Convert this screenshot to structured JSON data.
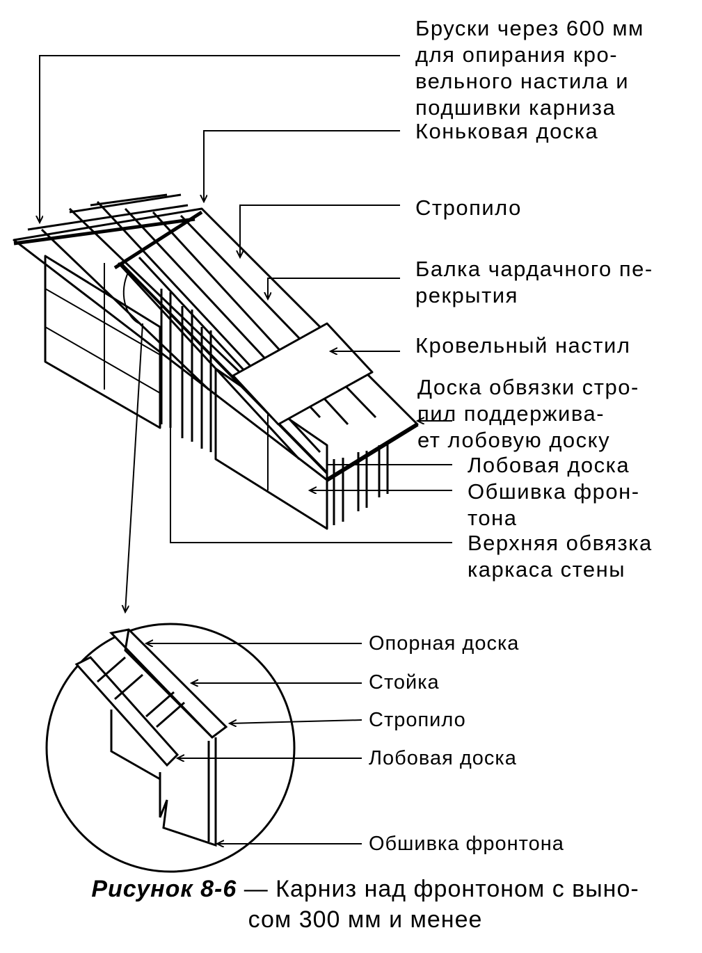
{
  "labels": {
    "battens": "Бруски через 600 мм\nдля опирания кро-\nвельного настила и\nподшивки карниза",
    "ridge_board": "Коньковая доска",
    "rafter": "Стропило",
    "ceiling_joist": "Балка чардачного пе-\nрекрытия",
    "roof_deck": "Кровельный настил",
    "rafter_plate": "Доска обвязки стро-\nпил поддержива-\nет лобовую доску",
    "fascia_board": "Лобовая доска",
    "gable_sheathing": "Обшивка фрон-\nтона",
    "top_plate": "Верхняя обвязка\nкаркаса стены"
  },
  "detail_labels": {
    "support_board": "Опорная доска",
    "stud": "Стойка",
    "rafter": "Стропило",
    "fascia_board": "Лобовая доска",
    "gable_sheathing": "Обшивка фронтона"
  },
  "caption": {
    "figure": "Рисунок 8-6",
    "text": " — Карниз над фронтоном с выно-\nсом 300 мм и менее"
  }
}
